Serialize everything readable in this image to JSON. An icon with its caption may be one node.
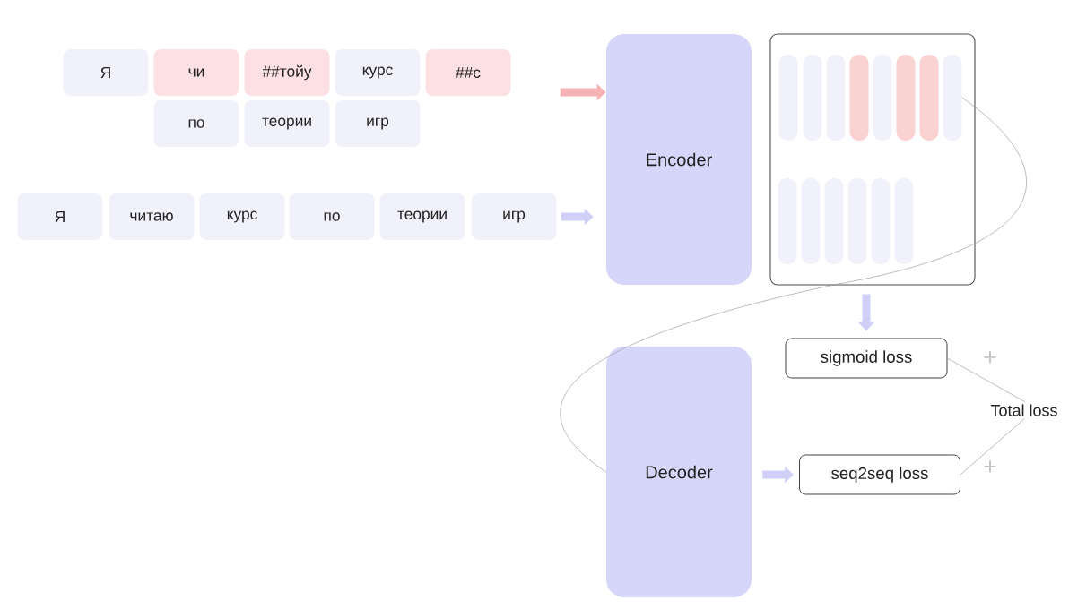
{
  "diagram": {
    "nodes": [
      {
        "text": [
          "Я"
        ]
      },
      {
        "text": [
          "чи"
        ]
      },
      {
        "text": [
          "##тойу"
        ]
      },
      {
        "text": [
          "курс"
        ]
      },
      {
        "text": [
          "##с"
        ]
      },
      {
        "text": [
          "по"
        ]
      },
      {
        "text": [
          "теории"
        ]
      },
      {
        "text": [
          "игр"
        ]
      },
      {
        "text": [
          "Я"
        ]
      },
      {
        "text": [
          "читаю"
        ]
      },
      {
        "text": [
          "курс"
        ]
      },
      {
        "text": [
          "по"
        ]
      },
      {
        "text": [
          "теории"
        ]
      },
      {
        "text": [
          "игр"
        ]
      },
      {
        "text": [
          "Encoder"
        ]
      },
      {
        "text": [],
        "shape": "box"
      },
      {
        "text": [],
        "shape": "bar",
        "in": 15
      },
      {
        "text": [],
        "shape": "bar",
        "in": 15
      },
      {
        "text": [],
        "shape": "bar",
        "in": 15
      },
      {
        "text": [],
        "shape": "bar",
        "in": 15
      },
      {
        "text": [],
        "shape": "bar",
        "in": 15
      },
      {
        "text": [],
        "shape": "bar",
        "in": 15
      },
      {
        "text": [],
        "shape": "bar",
        "in": 15
      },
      {
        "text": [],
        "shape": "bar",
        "in": 15
      },
      {
        "text": [],
        "shape": "bar",
        "in": 15
      },
      {
        "text": [],
        "shape": "bar",
        "in": 15
      },
      {
        "text": [],
        "shape": "bar",
        "in": 15
      },
      {
        "text": [],
        "shape": "bar",
        "in": 15
      },
      {
        "text": [],
        "shape": "bar",
        "in": 15
      },
      {
        "text": [],
        "shape": "bar",
        "in": 15
      },
      {
        "text": [
          "Decoder"
        ]
      },
      {
        "text": [
          "sigmoid loss"
        ]
      },
      {
        "text": [
          "seq2seq loss"
        ]
      },
      {
        "text": [
          "Total loss"
        ]
      }
    ],
    "edges": [
      {
        "from": null,
        "to": 14,
        "arrow": "to",
        "color": "#f6b3b6"
      },
      {
        "from": 13,
        "to": 14,
        "arrow": "to",
        "color": "#cfcff8"
      },
      {
        "from": 15,
        "to": 31,
        "arrow": "to",
        "color": "#cfcff8"
      },
      {
        "from": 30,
        "to": 32,
        "arrow": "to",
        "color": "#cfcff8"
      },
      {
        "from": 23,
        "to": 30,
        "arrow": "none",
        "color": "#9a9a9a"
      },
      {
        "from": 31,
        "to": 33,
        "arrow": "none",
        "color": "#9a9a9a"
      },
      {
        "from": 32,
        "to": 33,
        "arrow": "none",
        "color": "#9a9a9a"
      }
    ],
    "labels": [
      "+",
      "+"
    ]
  }
}
